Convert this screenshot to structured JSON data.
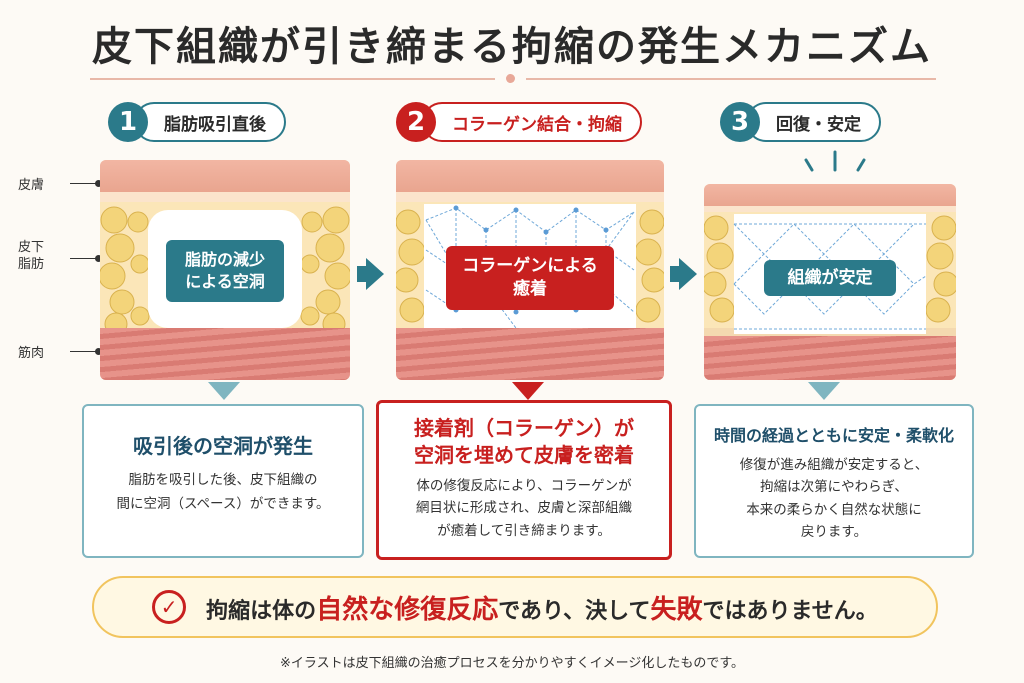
{
  "title": "皮下組織が引き締まる拘縮の発生メカニズム",
  "side_labels": {
    "skin": "皮膚",
    "subcutaneous": "皮下\n脂肪",
    "muscle": "筋肉"
  },
  "steps": [
    {
      "number": "1",
      "label": "脂肪吸引直後",
      "panel_text": "脂肪の減少\nによる空洞",
      "card_title": "吸引後の空洞が発生",
      "card_body": "脂肪を吸引した後、皮下組織の\n間に空洞（スペース）ができます。"
    },
    {
      "number": "2",
      "label": "コラーゲン結合・拘縮",
      "panel_text": "コラーゲンによる\n癒着",
      "card_title": "接着剤（コラーゲン）が\n空洞を埋めて皮膚を密着",
      "card_body": "体の修復反応により、コラーゲンが\n網目状に形成され、皮膚と深部組織\nが癒着して引き締まります。"
    },
    {
      "number": "3",
      "label": "回復・安定",
      "panel_text": "組織が安定",
      "card_title": "時間の経過とともに安定・柔軟化",
      "card_body": "修復が進み組織が安定すると、\n拘縮は次第にやわらぎ、\n本来の柔らかく自然な状態に\n戻ります。"
    }
  ],
  "banner": {
    "part1": "拘縮は体の",
    "highlight1": "自然な修復反応",
    "part2": "であり、決して",
    "highlight2": "失敗",
    "part3": "ではありません。"
  },
  "note": "※イラストは皮下組織の治癒プロセスを分かりやすくイメージ化したものです。",
  "colors": {
    "teal": "#2b7a8a",
    "red": "#c8201f",
    "accent_yellow": "#f1c45e"
  }
}
